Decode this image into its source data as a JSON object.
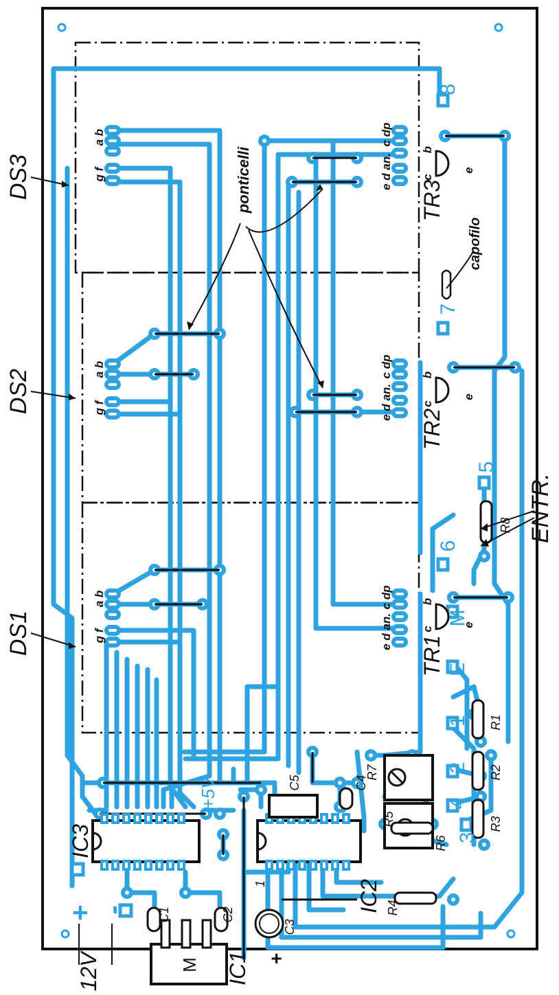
{
  "labels": {
    "ds3": "DS3",
    "ds2": "DS2",
    "ds1": "DS1",
    "ponticelli": "ponticelli",
    "capofilo": "capofilo",
    "entr": "ENTR.",
    "v12": "12V",
    "ic1": "IC1",
    "ic2": "IC2",
    "ic3": "IC3",
    "tr1": "TR1",
    "tr2": "TR2",
    "tr3": "TR3",
    "plus5v": "+5V",
    "c1": "C1",
    "c2": "C2",
    "c3": "C3",
    "c4": "C4",
    "c5": "C5",
    "r1": "R1",
    "r2": "R2",
    "r3": "R3",
    "r4": "R4",
    "r5": "R5",
    "r6": "R6",
    "r7": "R7",
    "r8": "R8",
    "plus": "+",
    "minus": "-",
    "pin_one": "1",
    "seg_ab": "a b",
    "seg_gf": "g f",
    "seg_cdp": "c dp",
    "seg_edan": "e d an.",
    "tr_c": "c",
    "tr_b": "b",
    "tr_e": "e",
    "m": "M"
  },
  "pad_numbers": [
    "8",
    "7",
    "6",
    "5",
    "4",
    "3",
    "2",
    "1",
    "E",
    "M"
  ],
  "colors": {
    "copper": "#2ea3df",
    "outline": "#111111",
    "background": "#ffffff"
  }
}
